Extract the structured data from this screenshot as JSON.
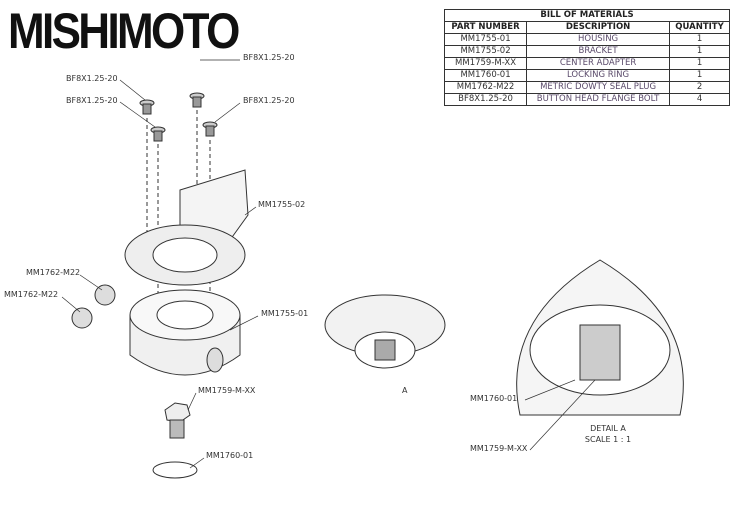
{
  "logo": "MISHIMOTO",
  "bom": {
    "title": "BILL OF MATERIALS",
    "headers": [
      "PART NUMBER",
      "DESCRIPTION",
      "QUANTITY"
    ],
    "rows": [
      [
        "MM1755-01",
        "HOUSING",
        "1"
      ],
      [
        "MM1755-02",
        "BRACKET",
        "1"
      ],
      [
        "MM1759-M-XX",
        "CENTER ADAPTER",
        "1"
      ],
      [
        "MM1760-01",
        "LOCKING RING",
        "1"
      ],
      [
        "MM1762-M22",
        "METRIC DOWTY SEAL PLUG",
        "2"
      ],
      [
        "BF8X1.25-20",
        "BUTTON HEAD FLANGE BOLT",
        "4"
      ]
    ]
  },
  "callouts": {
    "bolt1": "BF8X1.25-20",
    "bolt2": "BF8X1.25-20",
    "bolt3": "BF8X1.25-20",
    "bolt4": "BF8X1.25-20",
    "bracket": "MM1755-02",
    "plug1": "MM1762-M22",
    "plug2": "MM1762-M22",
    "housing": "MM1755-01",
    "adapter": "MM1759-M-XX",
    "ring": "MM1760-01",
    "view_a": "A",
    "detail_ring": "MM1760-01",
    "detail_adapter": "MM1759-M-XX",
    "detail_title": "DETAIL A",
    "detail_scale": "SCALE 1 : 1"
  }
}
